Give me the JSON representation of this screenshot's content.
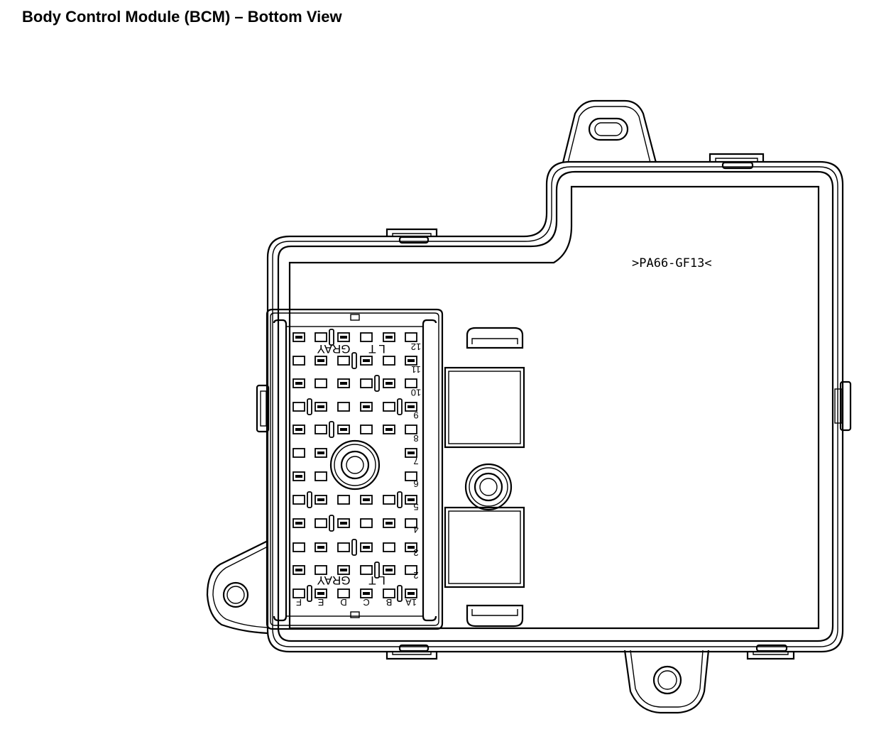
{
  "diagram": {
    "title": "Body Control Module (BCM) – Bottom View",
    "material_marking": ">PA66-GF13<",
    "connector": {
      "color_label_top": "GRAY",
      "color_label_bottom": "GRAY",
      "lt_top": "L T",
      "lt_bottom": "L T",
      "row_numbers": [
        "12",
        "11",
        "10",
        "9",
        "8",
        "7",
        "6",
        "5",
        "4",
        "3",
        "2"
      ],
      "column_letters": [
        "F",
        "E",
        "D",
        "C",
        "B",
        "1A"
      ]
    }
  }
}
